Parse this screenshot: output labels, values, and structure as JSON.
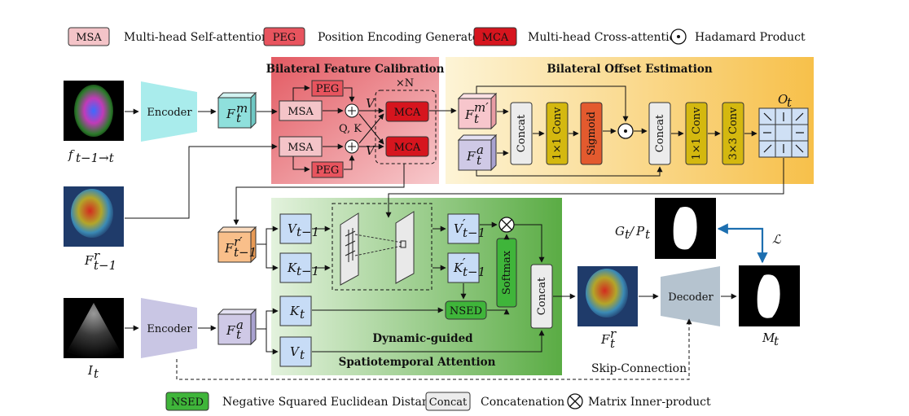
{
  "legend_top": {
    "msa_tag": "MSA",
    "msa_text": "Multi-head Self-attention",
    "peg_tag": "PEG",
    "peg_text": "Position Encoding Generator",
    "mca_tag": "MCA",
    "mca_text": "Multi-head Cross-attention",
    "hadamard_text": "Hadamard Product"
  },
  "legend_bottom": {
    "nsed_tag": "NSED",
    "nsed_text": "Negative Squared Euclidean Distance",
    "concat_tag": "Concat",
    "concat_text": "Concatenation",
    "matrix_text": "Matrix Inner-product"
  },
  "sections": {
    "bfc_title": "Bilateral Feature Calibration",
    "boe_title": "Bilateral Offset Estimation",
    "dgsa_title_1": "Dynamic-guided",
    "dgsa_title_2": "Spatiotemporal Attention"
  },
  "blocks": {
    "encoder": "Encoder",
    "decoder": "Decoder",
    "msa": "MSA",
    "peg": "PEG",
    "mca": "MCA",
    "concat": "Concat",
    "conv1": "1×1 Conv",
    "conv3": "3×3 Conv",
    "sigmoid": "Sigmoid",
    "softmax": "Softmax",
    "nsed": "NSED",
    "times_n": "×N",
    "qk": "Q, K",
    "v": "V",
    "skip": "Skip-Connection"
  },
  "symbols": {
    "F": "F",
    "K": "K",
    "V": "V",
    "I": "I",
    "O": "O",
    "M": "M",
    "f": "f",
    "G_over_P": "G",
    "sub_t": "t",
    "sub_t1": "t−1",
    "sub_flow": "t−1→t",
    "sup_m": "m",
    "sup_a": "a",
    "sup_r": "r",
    "sup_mprime": "m′",
    "sup_rprime": "r′",
    "prime": "′",
    "P": "P",
    "slash": "/",
    "loss": "ℒ"
  },
  "colors": {
    "msa": "#f4c4c8",
    "peg": "#e8545e",
    "mca": "#d6151e",
    "nsed": "#3fb53a",
    "feature_cyan": "#8fe0dc",
    "feature_pink": "#f7c6cc",
    "feature_blue": "#c7dcf6",
    "feature_purple": "#cfc9e6",
    "feature_orange": "#f9bf8a",
    "conv": "#d4b80f",
    "concat": "#ececec",
    "encoder1": "#a9ecec",
    "encoder2": "#c9c6e4",
    "decoder": "#b5c3cf",
    "loss_arrow": "#1d6fb0"
  }
}
